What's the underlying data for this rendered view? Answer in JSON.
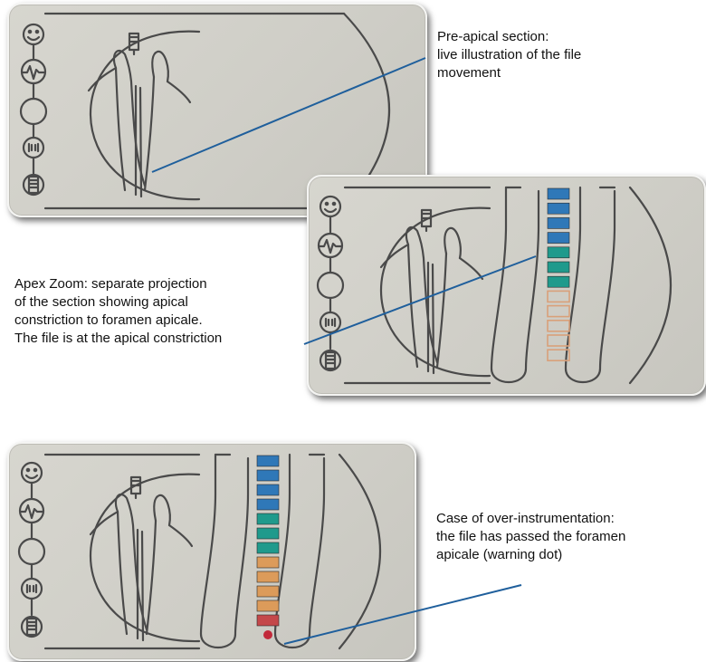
{
  "colors": {
    "lcd_background": "#d0cfc8",
    "lcd_outline": "#4a4a4a",
    "leader_line": "#1f5f9c",
    "scale_blue": "#2f78b8",
    "scale_teal": "#1f9a8c",
    "scale_orange_outline": "#d9a07a",
    "scale_orange": "#dc9b5a",
    "scale_red": "#c4484a",
    "warning_dot": "#c2293a"
  },
  "icons": [
    "smiley-icon",
    "heartbeat-icon",
    "empty-ring-icon",
    "beeper-icon",
    "battery-icon"
  ],
  "captions": {
    "pre_apical": "Pre-apical section:\nlive illustration of the file\nmovement",
    "apex_zoom": "Apex Zoom: separate projection\nof the section showing apical\nconstriction to foramen apicale.\nThe file is at the apical constriction",
    "over_instrumentation": "Case of over-instrumentation:\nthe file has passed the foramen\napicale (warning dot)"
  },
  "screens": [
    {
      "name": "pre-apical-display",
      "apex_scale": []
    },
    {
      "name": "apex-zoom-display",
      "apex_scale": [
        "blue",
        "blue",
        "blue",
        "blue",
        "teal",
        "teal",
        "teal",
        "outline",
        "outline",
        "outline",
        "outline",
        "outline"
      ],
      "warning_dot": false
    },
    {
      "name": "over-instrumentation-display",
      "apex_scale": [
        "blue",
        "blue",
        "blue",
        "blue",
        "teal",
        "teal",
        "teal",
        "orange",
        "orange",
        "orange",
        "orange",
        "red"
      ],
      "warning_dot": true
    }
  ]
}
